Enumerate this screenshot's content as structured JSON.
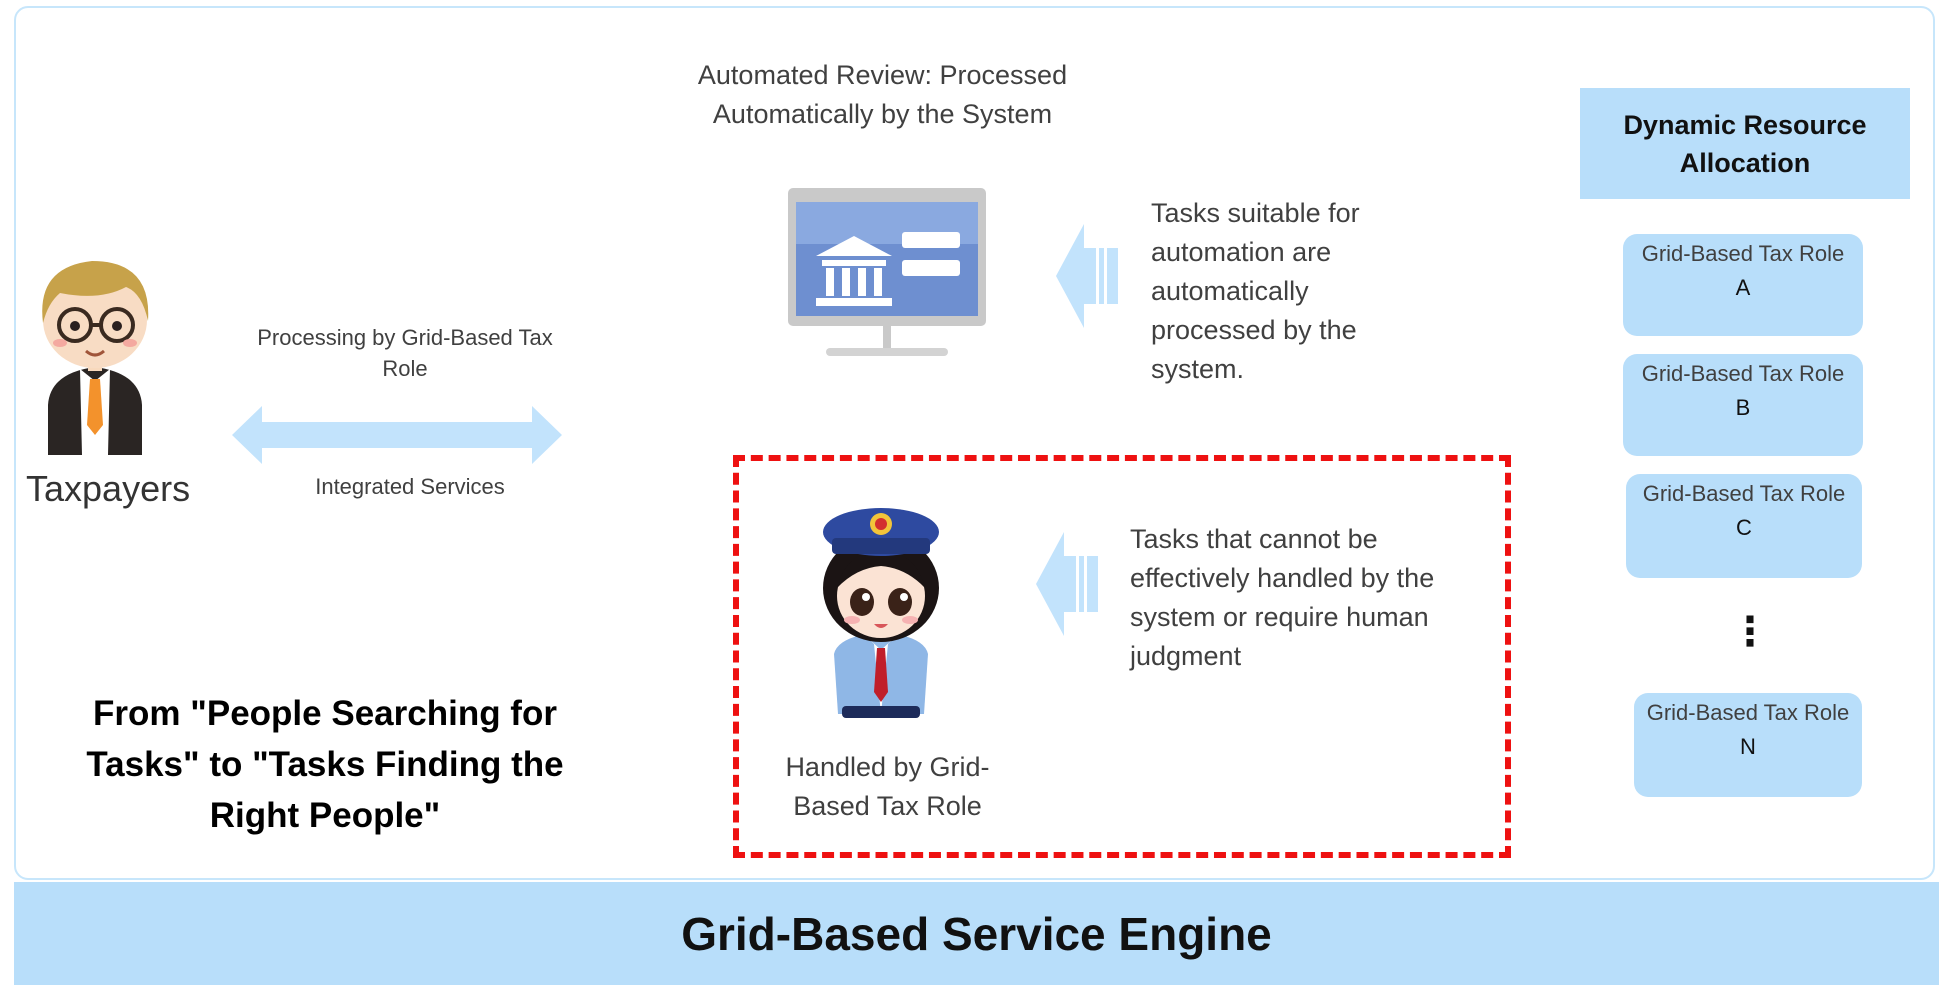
{
  "taxpayers_label": "Taxpayers",
  "processing_label": "Processing by Grid-Based Tax Role",
  "integrated_label": "Integrated Services",
  "automated_review": "Automated Review: Processed Automatically by the System",
  "automation_tasks": "Tasks suitable for automation are automatically processed by the system.",
  "human_tasks": "Tasks that cannot be effectively handled by the system or require human judgment",
  "handled_by": "Handled by Grid-Based Tax Role",
  "tagline": "From \"People Searching for Tasks\" to \"Tasks Finding the Right People\"",
  "dynamic_allocation": "Dynamic  Resource Allocation",
  "roles": [
    {
      "name": "Grid-Based Tax Role",
      "letter": "A"
    },
    {
      "name": "Grid-Based Tax Role",
      "letter": "B"
    },
    {
      "name": "Grid-Based Tax Role",
      "letter": "C"
    },
    {
      "name": "Grid-Based Tax Role",
      "letter": "N"
    }
  ],
  "ellipsis": "⋮",
  "engine_title": "Grid-Based Service Engine",
  "colors": {
    "light_blue": "#b8defa",
    "dash_red": "#ee1111",
    "arrow_blue": "#c2e3fc"
  }
}
